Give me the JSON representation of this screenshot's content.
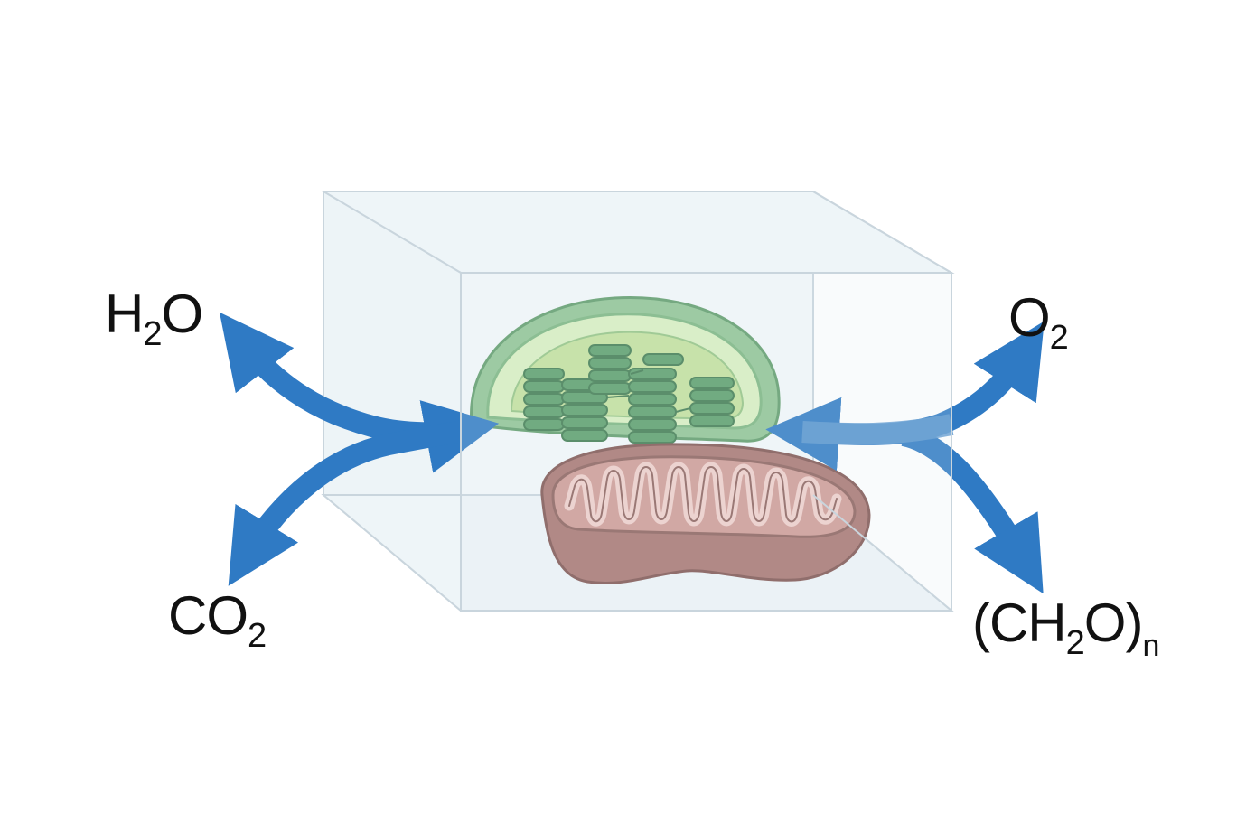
{
  "labels": {
    "h2o": {
      "main_1": "H",
      "sub": "2",
      "main_2": "O"
    },
    "co2": {
      "main": "CO",
      "sub": "2"
    },
    "o2": {
      "main": "O",
      "sub": "2"
    },
    "ch2on": {
      "main_1": "(CH",
      "sub": "2",
      "main_2": "O)",
      "sub_n": "n"
    }
  },
  "colors": {
    "arrow": "#2f7ac4",
    "chloroplast_outer": "#8fc493",
    "chloroplast_inner": "#c9e6a4",
    "thylakoid": "#5a9e6a",
    "mitochondrion_outer": "#a87570",
    "mitochondrion_inner": "#d9a9a3",
    "box_edge": "#c7d3dc",
    "box_fill": "#e9f2f6"
  }
}
